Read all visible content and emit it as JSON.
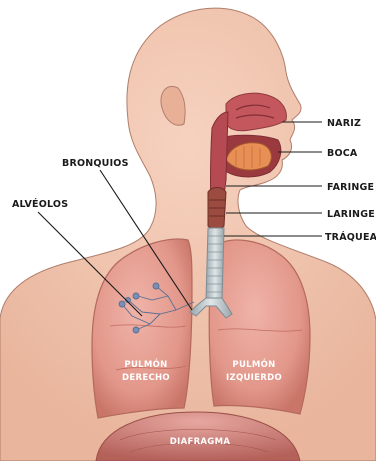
{
  "labels": {
    "nariz": "NARIZ",
    "boca": "BOCA",
    "faringe": "FARINGE",
    "laringe": "LARINGE",
    "traquea": "TRÁQUEA",
    "bronquios": "BRONQUIOS",
    "alveolos": "ALVÉOLOS",
    "pulmon_derecho_1": "PULMÓN",
    "pulmon_derecho_2": "DERECHO",
    "pulmon_izquierdo_1": "PULMÓN",
    "pulmon_izquierdo_2": "IZQUIERDO",
    "diafragma": "DIAFRAGMA"
  },
  "colors": {
    "skin": "#f0c3ab",
    "skin_outline": "#b07e6c",
    "lung": "#e49c91",
    "lung_dark": "#c77467",
    "trachea": "#bcc7cb",
    "diaphragm": "#c77a73",
    "leader_line": "#1a1a1a"
  }
}
